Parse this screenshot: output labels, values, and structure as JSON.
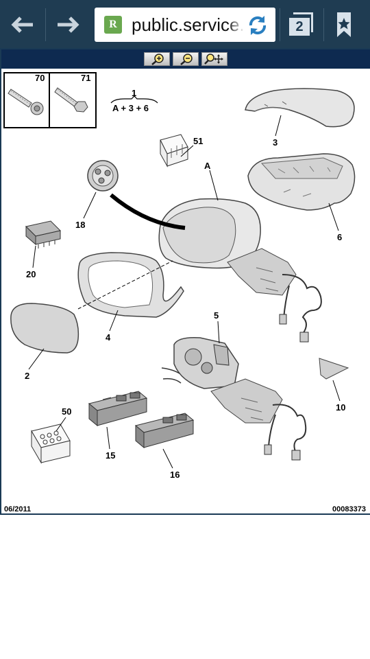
{
  "browser": {
    "url": "public.service.citroen.com",
    "tab_count": "2",
    "favicon_letter": "R",
    "icons": [
      "back-arrow-icon",
      "forward-arrow-icon",
      "reload-icon",
      "tabs-icon",
      "bookmark-icon"
    ]
  },
  "viewer": {
    "tools": [
      "zoom-in-icon",
      "zoom-out-icon",
      "zoom-pan-icon"
    ],
    "date": "06/2011",
    "diagram_number": "00083373",
    "callouts": {
      "c70": "70",
      "c71": "71",
      "group_title": "1",
      "group_formula": "A + 3 + 6",
      "c51": "51",
      "cA": "A",
      "c3": "3",
      "c18": "18",
      "c6": "6",
      "c20": "20",
      "c4": "4",
      "c2": "2",
      "c5": "5",
      "c10": "10",
      "c50": "50",
      "c15": "15",
      "c16": "16"
    }
  }
}
